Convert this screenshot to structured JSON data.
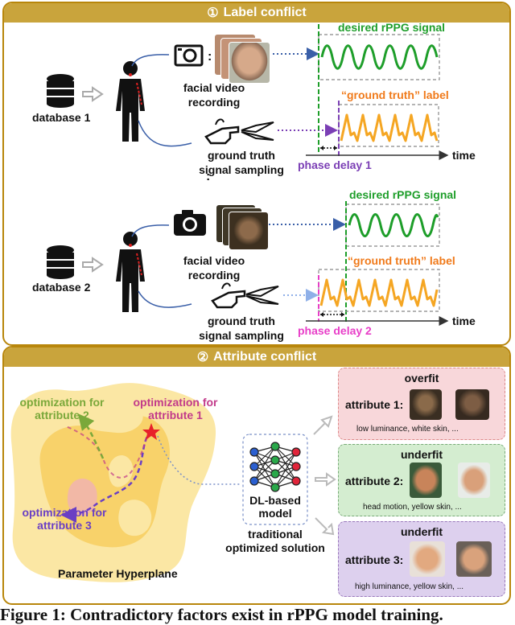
{
  "panel1": {
    "number": "①",
    "title": "Label conflict",
    "rows": [
      {
        "database": "database 1",
        "video_label_1": "facial video",
        "video_label_2": "recording",
        "sampling_label_1": "ground truth",
        "sampling_label_2": "signal sampling",
        "desired_label": "desired rPPG signal",
        "gt_label": "“ground truth” label",
        "time_label": "time",
        "phase_label": "phase delay 1",
        "phase_color": "#7b3fb5"
      },
      {
        "database": "database 2",
        "video_label_1": "facial video",
        "video_label_2": "recording",
        "sampling_label_1": "ground truth",
        "sampling_label_2": "signal sampling",
        "desired_label": "desired rPPG signal",
        "gt_label": "“ground truth” label",
        "time_label": "time",
        "phase_label": "phase delay 2",
        "phase_color": "#e83ec8"
      }
    ]
  },
  "panel2": {
    "number": "②",
    "title": "Attribute conflict",
    "opt2_1": "optimization for",
    "opt2_2": "attribute 2",
    "opt1_1": "optimization for",
    "opt1_2": "attribute 1",
    "opt3_1": "optimization for",
    "opt3_2": "attribute 3",
    "hyperplane": "Parameter Hyperplane",
    "model_1": "DL-based",
    "model_2": "model",
    "traditional_1": "traditional",
    "traditional_2": "optimized solution",
    "boxes": [
      {
        "status": "overfit",
        "attribute": "attribute 1:",
        "detail": "low luminance, white skin, ...",
        "bg": "#f8d7da",
        "border": "#d88"
      },
      {
        "status": "underfit",
        "attribute": "attribute 2:",
        "detail": "head motion, yellow skin, ...",
        "bg": "#d4edd0",
        "border": "#7a7"
      },
      {
        "status": "underfit",
        "attribute": "attribute 3:",
        "detail": "high luminance, yellow skin, ...",
        "bg": "#ddd0ee",
        "border": "#97b"
      }
    ]
  },
  "caption": "Figure 1: Contradictory factors exist in rPPG model training.",
  "colors": {
    "accent": "#c9a43c",
    "green": "#1e9e2a",
    "orange": "#f5a623",
    "label_orange": "#f07a1a",
    "blue": "#3a5fa8",
    "purple": "#7b3fb5",
    "magenta": "#e83ec8"
  },
  "icons": [
    "database-icon",
    "person-icon",
    "camera-icon",
    "hand-icon",
    "sensor-clip-icon",
    "neural-network-icon",
    "star-icon",
    "arrow-icon"
  ]
}
